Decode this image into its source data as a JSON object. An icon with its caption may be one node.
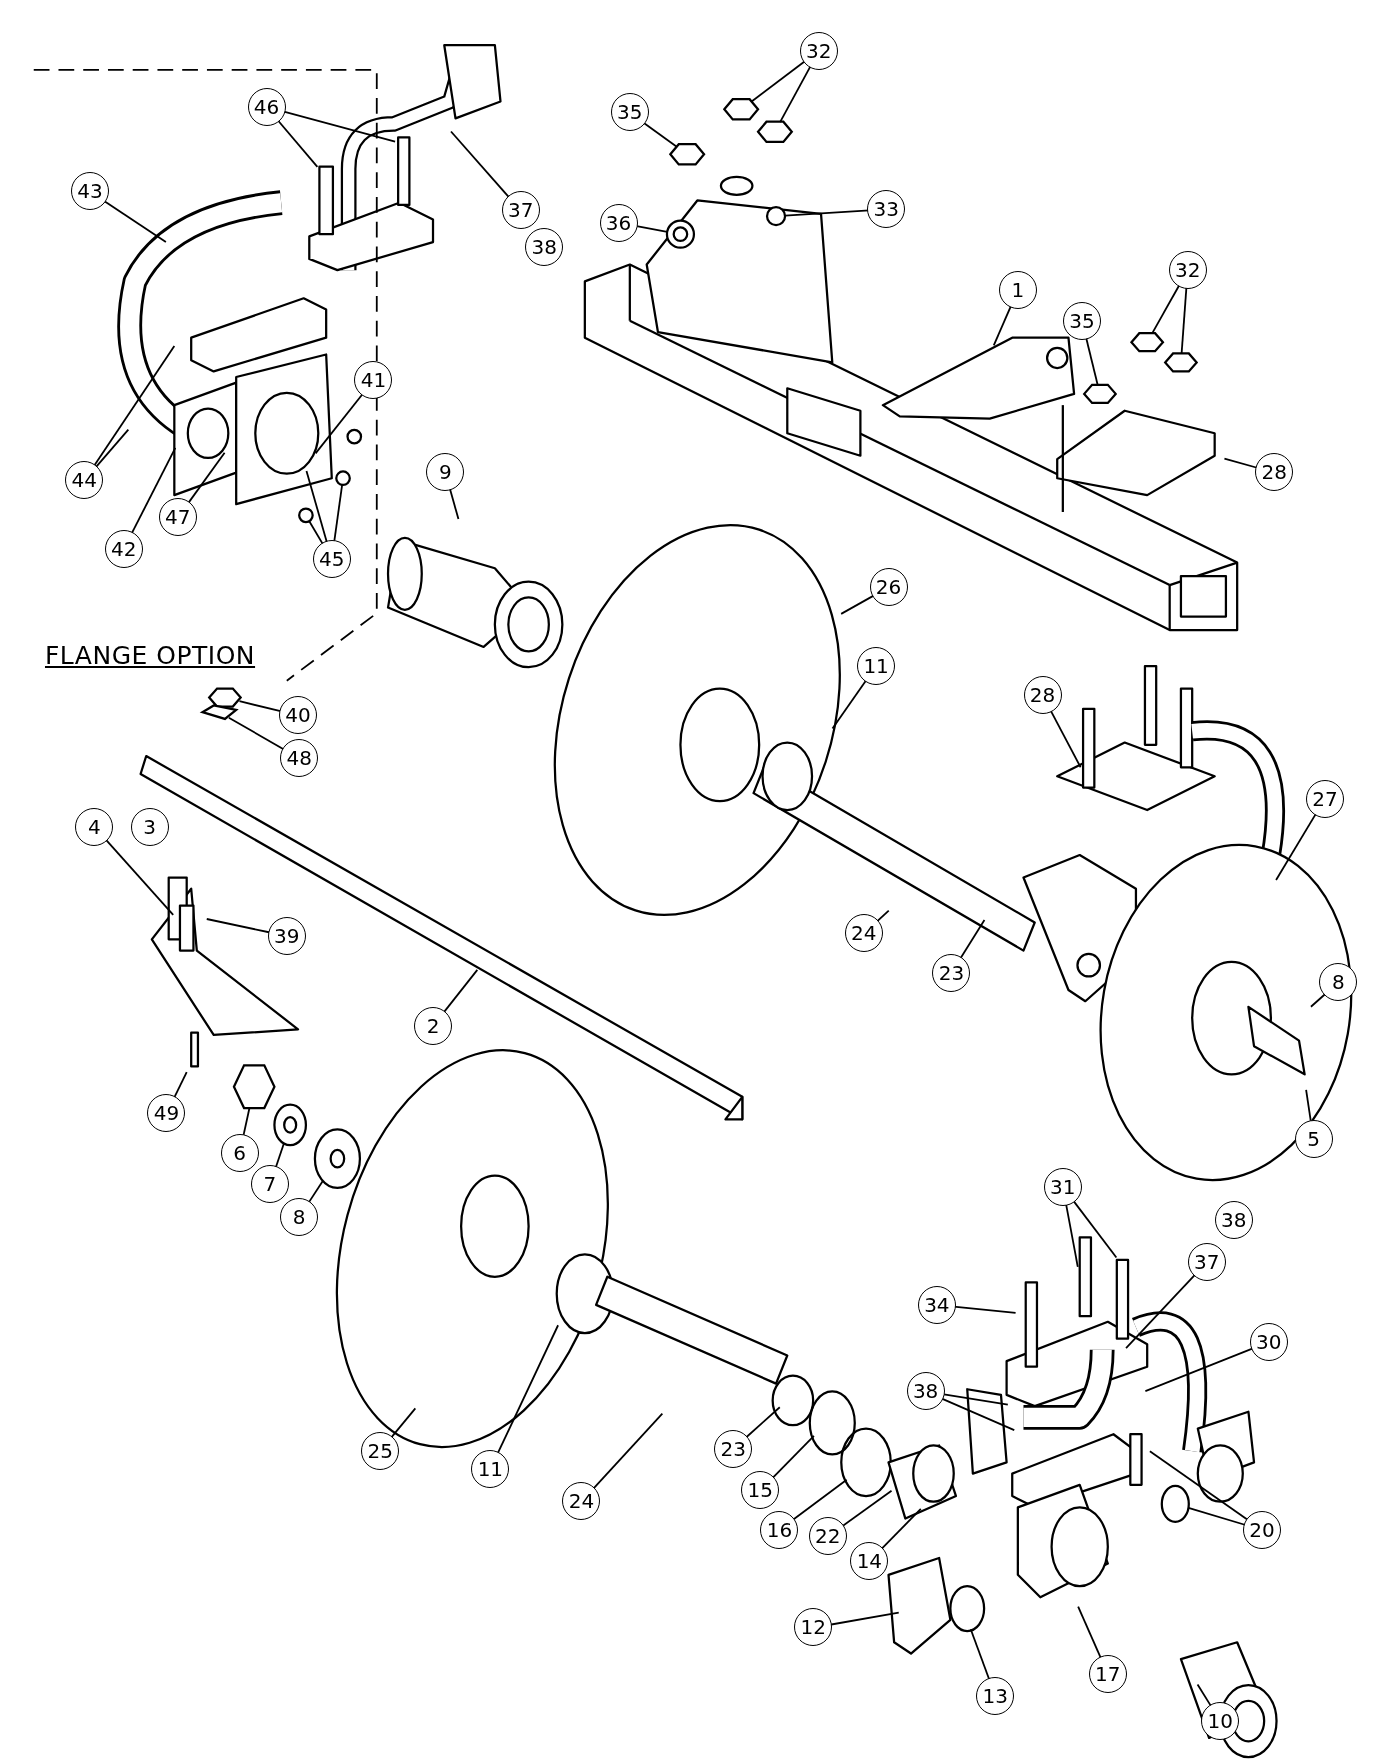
{
  "diagram": {
    "nodes": [
      {
        "text": [
          "46"
        ]
      },
      {
        "text": [
          "32"
        ]
      },
      {
        "text": [
          "35"
        ]
      },
      {
        "text": [
          "43"
        ]
      },
      {
        "text": [
          "37"
        ]
      },
      {
        "text": [
          "38"
        ]
      },
      {
        "text": [
          "36"
        ]
      },
      {
        "text": [
          "33"
        ]
      },
      {
        "text": [
          "32"
        ]
      },
      {
        "text": [
          "1"
        ]
      },
      {
        "text": [
          "35"
        ]
      },
      {
        "text": [
          "41"
        ]
      },
      {
        "text": [
          "44"
        ]
      },
      {
        "text": [
          "28"
        ]
      },
      {
        "text": [
          "42"
        ]
      },
      {
        "text": [
          "47"
        ]
      },
      {
        "text": [
          "45"
        ]
      },
      {
        "text": [
          "9"
        ]
      },
      {
        "text": [
          "26"
        ]
      },
      {
        "text": [
          "11"
        ]
      },
      {
        "text": [
          "28"
        ]
      },
      {
        "text": [
          "27"
        ]
      },
      {
        "text": [
          "40"
        ]
      },
      {
        "text": [
          "48"
        ]
      },
      {
        "text": [
          "4"
        ]
      },
      {
        "text": [
          "3"
        ]
      },
      {
        "text": [
          "39"
        ]
      },
      {
        "text": [
          "24"
        ]
      },
      {
        "text": [
          "23"
        ]
      },
      {
        "text": [
          "8"
        ]
      },
      {
        "text": [
          "2"
        ]
      },
      {
        "text": [
          "5"
        ]
      },
      {
        "text": [
          "49"
        ]
      },
      {
        "text": [
          "6"
        ]
      },
      {
        "text": [
          "7"
        ]
      },
      {
        "text": [
          "8"
        ]
      },
      {
        "text": [
          "31"
        ]
      },
      {
        "text": [
          "38"
        ]
      },
      {
        "text": [
          "37"
        ]
      },
      {
        "text": [
          "34"
        ]
      },
      {
        "text": [
          "30"
        ]
      },
      {
        "text": [
          "38"
        ]
      },
      {
        "text": [
          "25"
        ]
      },
      {
        "text": [
          "11"
        ]
      },
      {
        "text": [
          "24"
        ]
      },
      {
        "text": [
          "23"
        ]
      },
      {
        "text": [
          "15"
        ]
      },
      {
        "text": [
          "16"
        ]
      },
      {
        "text": [
          "22"
        ]
      },
      {
        "text": [
          "14"
        ]
      },
      {
        "text": [
          "20"
        ]
      },
      {
        "text": [
          "17"
        ]
      },
      {
        "text": [
          "12"
        ]
      },
      {
        "text": [
          "13"
        ]
      },
      {
        "text": [
          "10"
        ]
      },
      {
        "text": [],
        "shape": "hexagon"
      },
      {
        "text": [],
        "shape": "hexagon"
      },
      {
        "text": [],
        "shape": "hexagon"
      },
      {
        "text": [],
        "shape": "circle"
      },
      {
        "text": [],
        "shape": "circle"
      },
      {
        "text": [],
        "shape": "hexagon"
      },
      {
        "text": [],
        "shape": "hexagon"
      },
      {
        "text": [],
        "shape": "hexagon"
      },
      {
        "text": [],
        "shape": "circle"
      },
      {
        "text": [],
        "shape": "circle"
      },
      {
        "text": [],
        "shape": "hexagon"
      },
      {
        "text": [],
        "shape": "box"
      },
      {
        "text": [],
        "shape": "hexagon"
      },
      {
        "text": [],
        "shape": "circle"
      },
      {
        "text": [],
        "shape": "circle"
      },
      {
        "text": [],
        "shape": "circle"
      }
    ],
    "edges": [
      {
        "from": 0,
        "to": null,
        "arrow": "none"
      },
      {
        "from": 0,
        "to": null,
        "arrow": "none"
      },
      {
        "from": 1,
        "to": 55,
        "arrow": "none"
      },
      {
        "from": 1,
        "to": 56,
        "arrow": "none"
      },
      {
        "from": 2,
        "to": 57,
        "arrow": "none"
      },
      {
        "from": 3,
        "to": null,
        "arrow": "none"
      },
      {
        "from": 4,
        "to": null,
        "arrow": "none"
      },
      {
        "from": 6,
        "to": 58,
        "arrow": "none"
      },
      {
        "from": 7,
        "to": 59,
        "arrow": "none"
      },
      {
        "from": 8,
        "to": 60,
        "arrow": "none"
      },
      {
        "from": 8,
        "to": 61,
        "arrow": "none"
      },
      {
        "from": 9,
        "to": null,
        "arrow": "none"
      },
      {
        "from": 10,
        "to": 62,
        "arrow": "none"
      },
      {
        "from": 11,
        "to": null,
        "arrow": "none"
      },
      {
        "from": 12,
        "to": null,
        "arrow": "none"
      },
      {
        "from": 12,
        "to": null,
        "arrow": "none"
      },
      {
        "from": 13,
        "to": null,
        "arrow": "none"
      },
      {
        "from": 14,
        "to": null,
        "arrow": "none"
      },
      {
        "from": 15,
        "to": null,
        "arrow": "none"
      },
      {
        "from": 16,
        "to": null,
        "arrow": "none"
      },
      {
        "from": 16,
        "to": 63,
        "arrow": "none"
      },
      {
        "from": 16,
        "to": 64,
        "arrow": "none"
      },
      {
        "from": 17,
        "to": null,
        "arrow": "none"
      },
      {
        "from": 18,
        "to": null,
        "arrow": "none"
      },
      {
        "from": 19,
        "to": null,
        "arrow": "none"
      },
      {
        "from": 20,
        "to": null,
        "arrow": "none"
      },
      {
        "from": 21,
        "to": null,
        "arrow": "none"
      },
      {
        "from": 22,
        "to": 65,
        "arrow": "none"
      },
      {
        "from": 23,
        "to": 66,
        "arrow": "none"
      },
      {
        "from": 24,
        "to": null,
        "arrow": "none"
      },
      {
        "from": 26,
        "to": null,
        "arrow": "none"
      },
      {
        "from": 27,
        "to": null,
        "arrow": "none"
      },
      {
        "from": 28,
        "to": null,
        "arrow": "none"
      },
      {
        "from": 29,
        "to": null,
        "arrow": "none"
      },
      {
        "from": 30,
        "to": null,
        "arrow": "none"
      },
      {
        "from": 31,
        "to": null,
        "arrow": "none"
      },
      {
        "from": 32,
        "to": null,
        "arrow": "none"
      },
      {
        "from": 33,
        "to": 67,
        "arrow": "none"
      },
      {
        "from": 34,
        "to": 68,
        "arrow": "none"
      },
      {
        "from": 35,
        "to": 69,
        "arrow": "none"
      },
      {
        "from": 36,
        "to": null,
        "arrow": "none"
      },
      {
        "from": 36,
        "to": null,
        "arrow": "none"
      },
      {
        "from": 38,
        "to": null,
        "arrow": "none"
      },
      {
        "from": 39,
        "to": null,
        "arrow": "none"
      },
      {
        "from": 40,
        "to": null,
        "arrow": "none"
      },
      {
        "from": 41,
        "to": null,
        "arrow": "none"
      },
      {
        "from": 41,
        "to": null,
        "arrow": "none"
      },
      {
        "from": 42,
        "to": null,
        "arrow": "none"
      },
      {
        "from": 43,
        "to": null,
        "arrow": "none"
      },
      {
        "from": 44,
        "to": null,
        "arrow": "none"
      },
      {
        "from": 45,
        "to": null,
        "arrow": "none"
      },
      {
        "from": 46,
        "to": null,
        "arrow": "none"
      },
      {
        "from": 47,
        "to": null,
        "arrow": "none"
      },
      {
        "from": 48,
        "to": null,
        "arrow": "none"
      },
      {
        "from": 49,
        "to": null,
        "arrow": "none"
      },
      {
        "from": 50,
        "to": null,
        "arrow": "none"
      },
      {
        "from": 50,
        "to": 70,
        "arrow": "none"
      },
      {
        "from": 51,
        "to": null,
        "arrow": "none"
      },
      {
        "from": 52,
        "to": null,
        "arrow": "none"
      },
      {
        "from": 53,
        "to": null,
        "arrow": "none"
      },
      {
        "from": 54,
        "to": null,
        "arrow": "none"
      }
    ],
    "labels": [
      "FLANGE OPTION"
    ]
  }
}
